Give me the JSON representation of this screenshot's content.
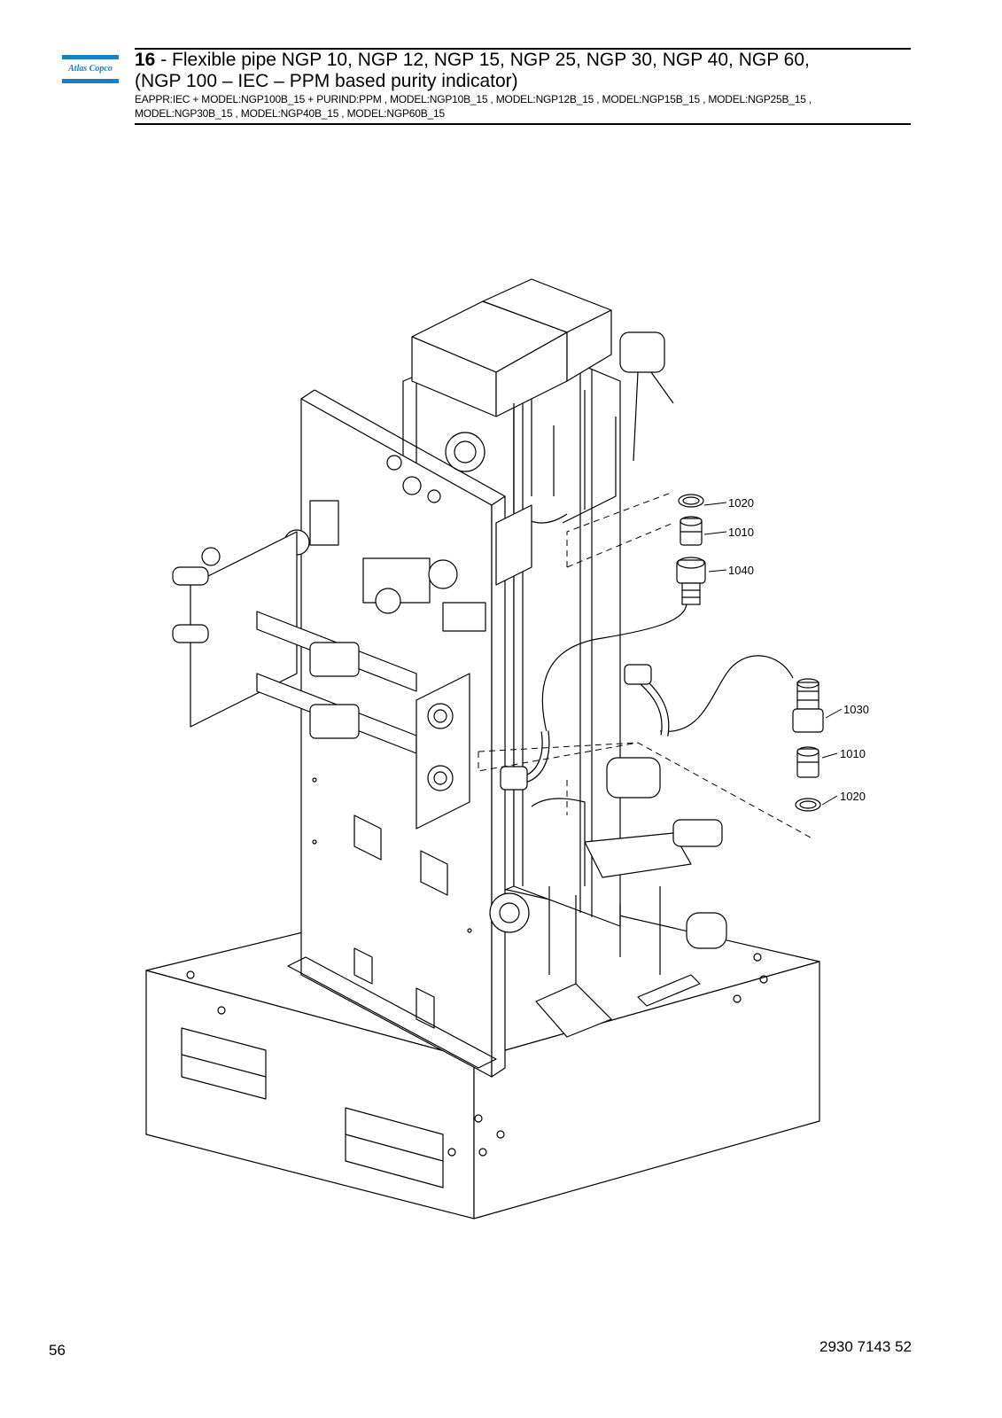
{
  "header": {
    "logo_text": "Atlas Copco",
    "section_number": "16",
    "title_line1": " - Flexible pipe NGP 10, NGP 12, NGP 15, NGP 25, NGP 30, NGP 40, NGP 60,",
    "title_line2": "(NGP 100 – IEC – PPM based purity indicator)",
    "subtitle_line1": "EAPPR:IEC + MODEL:NGP100B_15 + PURIND:PPM , MODEL:NGP10B_15 , MODEL:NGP12B_15 , MODEL:NGP15B_15 , MODEL:NGP25B_15 ,",
    "subtitle_line2": "MODEL:NGP30B_15 , MODEL:NGP40B_15 , MODEL:NGP60B_15"
  },
  "callouts": {
    "c1020_top": "1020",
    "c1010_top": "1010",
    "c1040": "1040",
    "c1030": "1030",
    "c1010_bottom": "1010",
    "c1020_bottom": "1020"
  },
  "footer": {
    "page_number": "56",
    "document_number": "2930 7143 52"
  },
  "colors": {
    "brand": "#1a7fc0",
    "line": "#000000"
  }
}
